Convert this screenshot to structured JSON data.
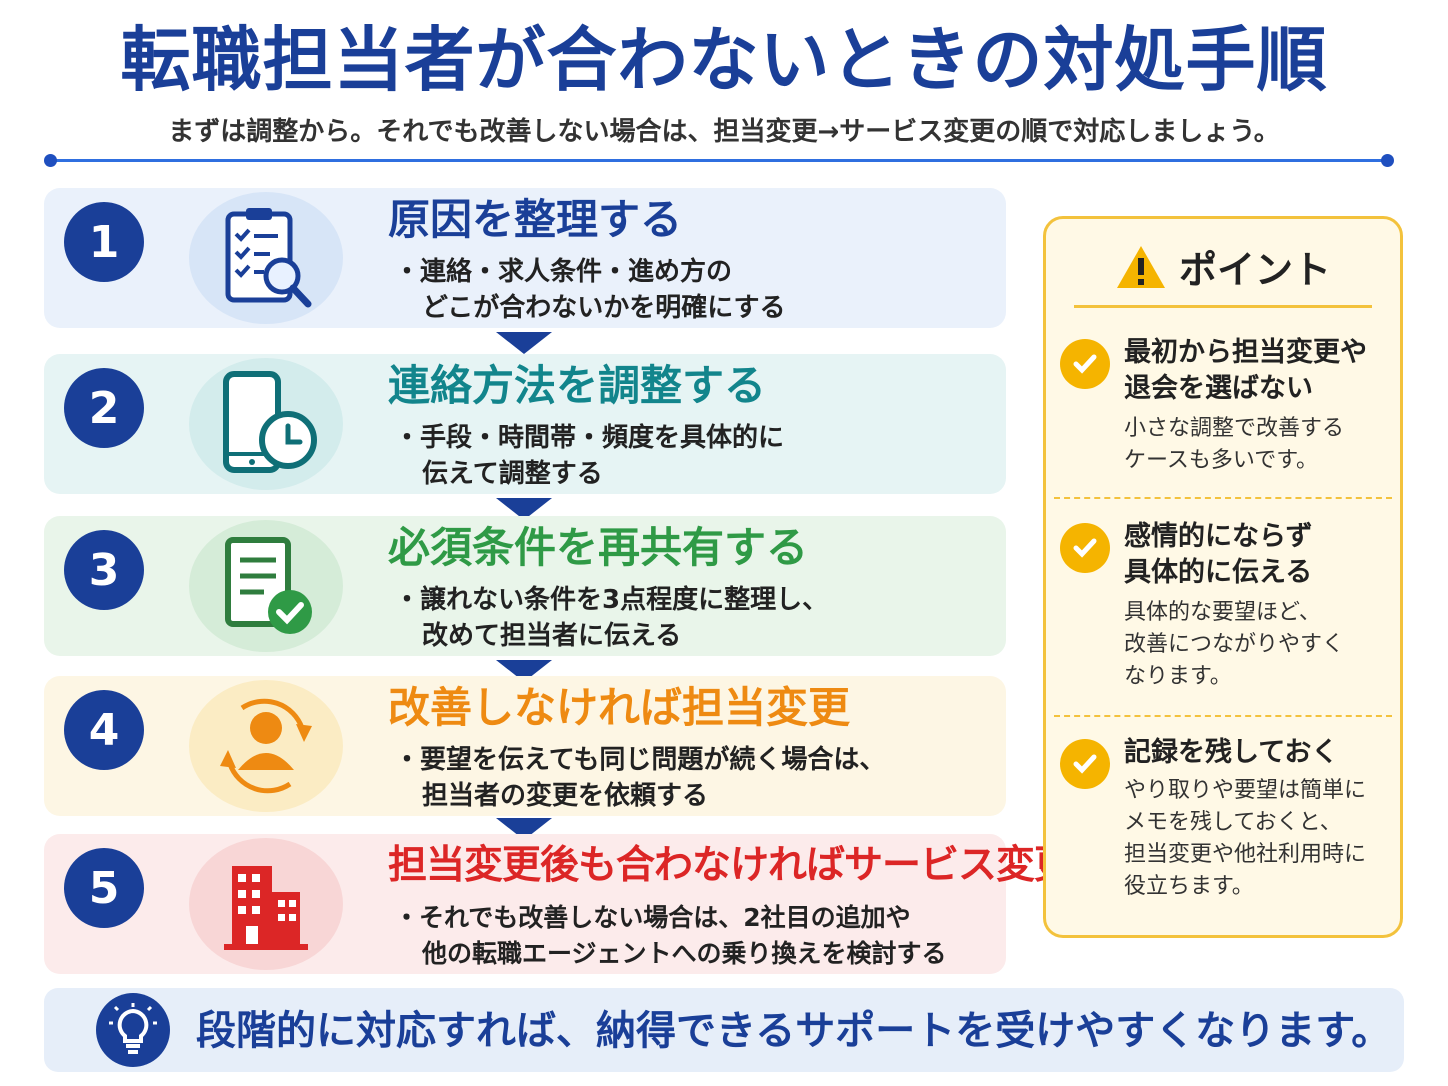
{
  "header": {
    "title": "転職担当者が合わないときの対処手順",
    "subtitle": "まずは調整から。それでも改善しない場合は、担当変更→サービス変更の順で対応しましょう。"
  },
  "steps": [
    {
      "number": "1",
      "title": "原因を整理する",
      "desc_line1": "・連絡・求人条件・進め方の",
      "desc_line2": "どこが合わないかを明確にする",
      "icon": "clipboard-search-icon"
    },
    {
      "number": "2",
      "title": "連絡方法を調整する",
      "desc_line1": "・手段・時間帯・頻度を具体的に",
      "desc_line2": "伝えて調整する",
      "icon": "phone-clock-icon"
    },
    {
      "number": "3",
      "title": "必須条件を再共有する",
      "desc_line1": "・譲れない条件を3点程度に整理し、",
      "desc_line2": "改めて担当者に伝える",
      "icon": "document-check-icon"
    },
    {
      "number": "4",
      "title": "改善しなければ担当変更",
      "desc_line1": "・要望を伝えても同じ問題が続く場合は、",
      "desc_line2": "担当者の変更を依頼する",
      "icon": "person-swap-icon"
    },
    {
      "number": "5",
      "title": "担当変更後も合わなければサービス変更",
      "desc_line1": "・それでも改善しない場合は、2社目の追加や",
      "desc_line2": "他の転職エージェントへの乗り換えを検討する",
      "icon": "building-icon"
    }
  ],
  "point": {
    "heading": "ポイント",
    "items": [
      {
        "title_line1": "最初から担当変更や",
        "title_line2": "退会を選ばない",
        "desc_line1": "小さな調整で改善する",
        "desc_line2": "ケースも多いです。",
        "desc_line3": ""
      },
      {
        "title_line1": "感情的にならず",
        "title_line2": "具体的に伝える",
        "desc_line1": "具体的な要望ほど、",
        "desc_line2": "改善につながりやすく",
        "desc_line3": "なります。"
      },
      {
        "title_line1": "記録を残しておく",
        "title_line2": "",
        "desc_line1": "やり取りや要望は簡単に",
        "desc_line2": "メモを残しておくと、",
        "desc_line3": "担当変更や他社利用時に",
        "desc_line4": "役立ちます。"
      }
    ]
  },
  "footer": {
    "text": "段階的に対応すれば、納得できるサポートを受けやすくなります。",
    "icon": "lightbulb-icon"
  },
  "colors": {
    "navy": "#1a3f98",
    "step1": "#1a3f98",
    "step2": "#12858c",
    "step3": "#2f9a46",
    "step4": "#ee8a12",
    "step5": "#dc2626",
    "point_border": "#f3c23c",
    "check": "#f5b400"
  }
}
